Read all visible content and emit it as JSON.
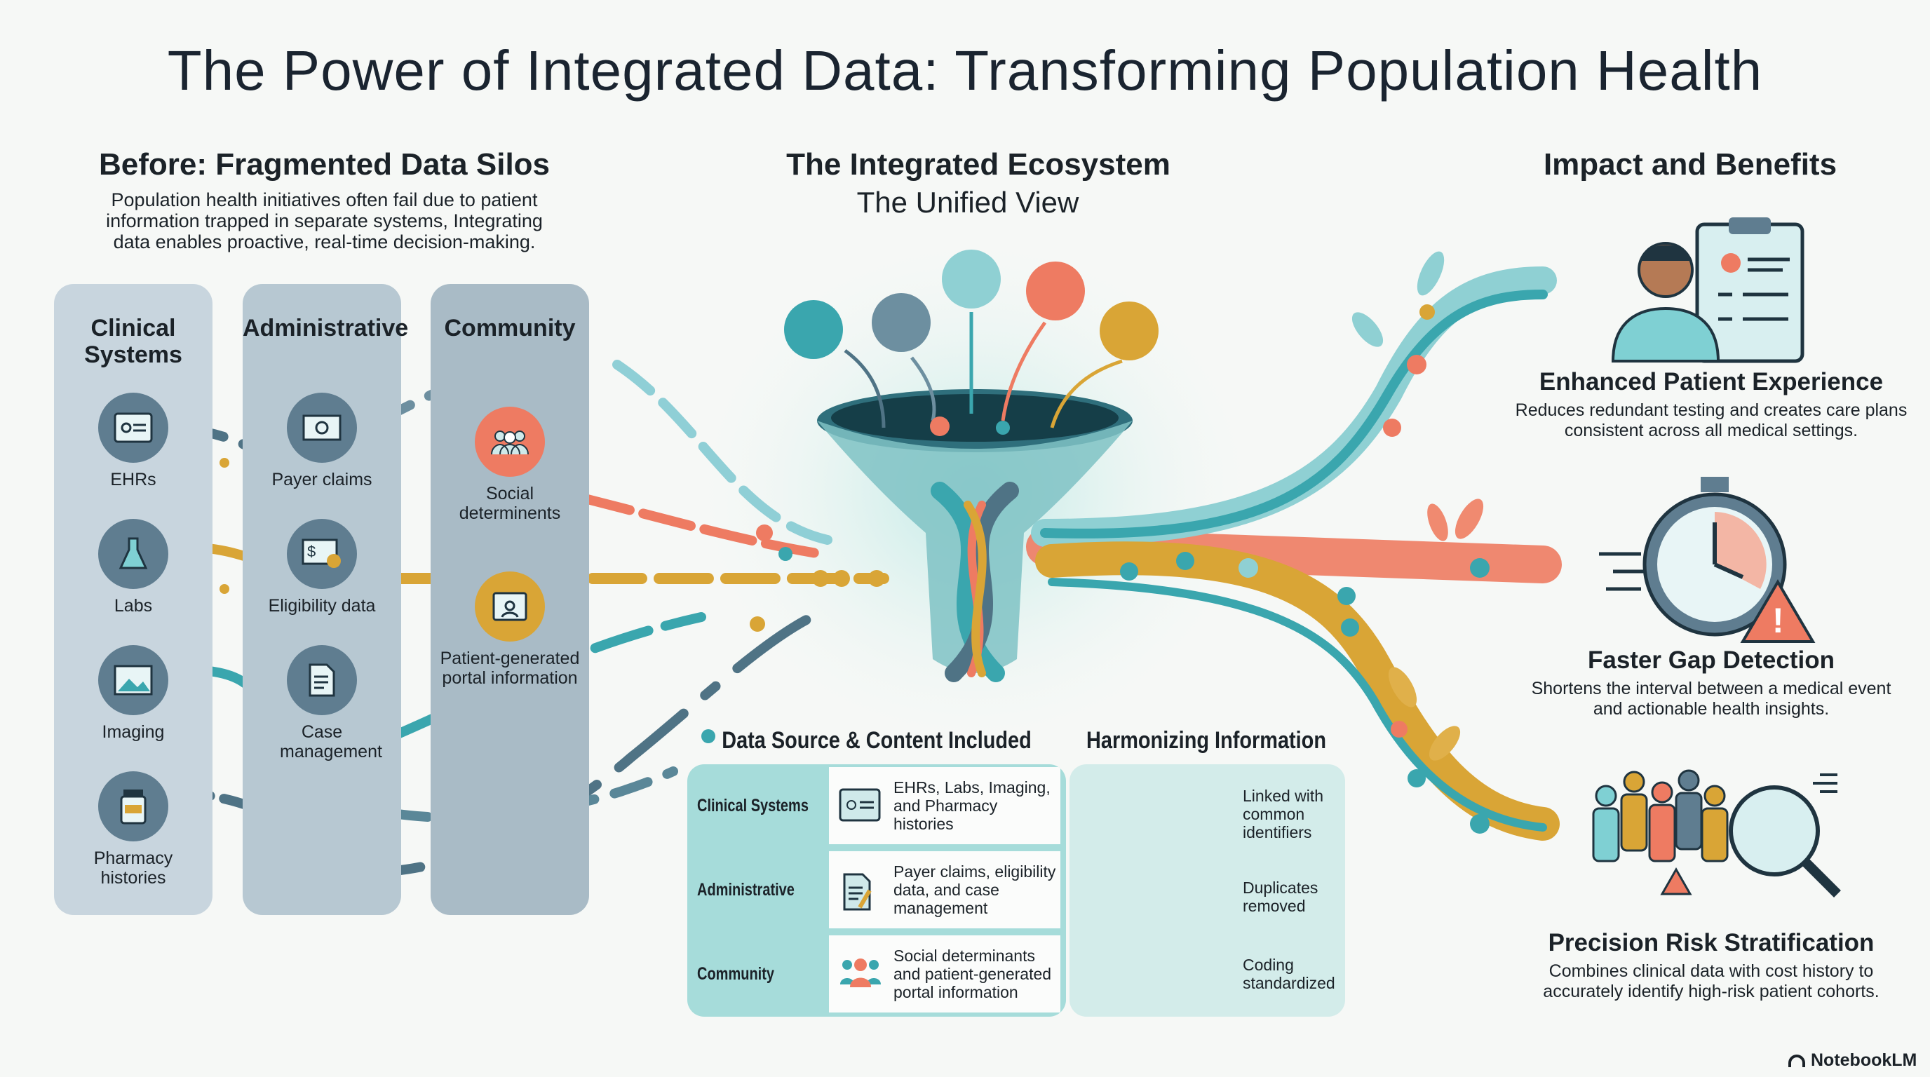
{
  "title": "The Power of Integrated Data: Transforming Population Health",
  "before": {
    "heading": "Before: Fragmented Data Silos",
    "description": "Population health initiatives often fail due to patient information trapped in separate systems, Integrating data enables proactive, real-time decision-making.",
    "columns": [
      {
        "heading": "Clinical Systems",
        "items": [
          {
            "label": "EHRs",
            "icon": "ehr-record-icon"
          },
          {
            "label": "Labs",
            "icon": "lab-flask-icon"
          },
          {
            "label": "Imaging",
            "icon": "image-icon"
          },
          {
            "label": "Pharmacy histories",
            "icon": "pill-bottle-icon"
          }
        ]
      },
      {
        "heading": "Administrative",
        "items": [
          {
            "label": "Payer claims",
            "icon": "money-icon"
          },
          {
            "label": "Eligibility data",
            "icon": "check-bill-icon"
          },
          {
            "label": "Case management",
            "icon": "document-icon"
          }
        ]
      },
      {
        "heading": "Community",
        "items": [
          {
            "label": "Social determinents",
            "icon": "people-icon"
          },
          {
            "label": "Patient-generated portal information",
            "icon": "portal-icon"
          }
        ]
      }
    ]
  },
  "ecosystem": {
    "heading": "The Integrated Ecosystem",
    "subheading": "The Unified View"
  },
  "table": {
    "left_heading": "Data Source & Content Included",
    "right_heading": "Harmonizing Information",
    "rows": [
      {
        "category": "Clinical Systems",
        "content": "EHRs, Labs, Imaging, and Pharmacy histories",
        "harmonizing": "Linked with common identifiers"
      },
      {
        "category": "Administrative",
        "content": "Payer claims, eligibility data, and case management",
        "harmonizing": "Duplicates removed"
      },
      {
        "category": "Community",
        "content": "Social determinants and patient-generated portal information",
        "harmonizing": "Coding standardized"
      }
    ]
  },
  "impact": {
    "heading": "Impact and Benefits",
    "cards": [
      {
        "title": "Enhanced Patient Experience",
        "description": "Reduces redundant testing and creates care plans consistent across all medical settings."
      },
      {
        "title": "Faster Gap Detection",
        "description": "Shortens the interval between a medical event and actionable health insights."
      },
      {
        "title": "Precision Risk Stratification",
        "description": "Combines clinical data with cost history to accurately identify high-risk patient cohorts."
      }
    ]
  },
  "branding": "NotebookLM",
  "colors": {
    "teal": "#3aa6ae",
    "coral": "#ee7b62",
    "gold": "#d9a536",
    "slate": "#4f7385"
  }
}
